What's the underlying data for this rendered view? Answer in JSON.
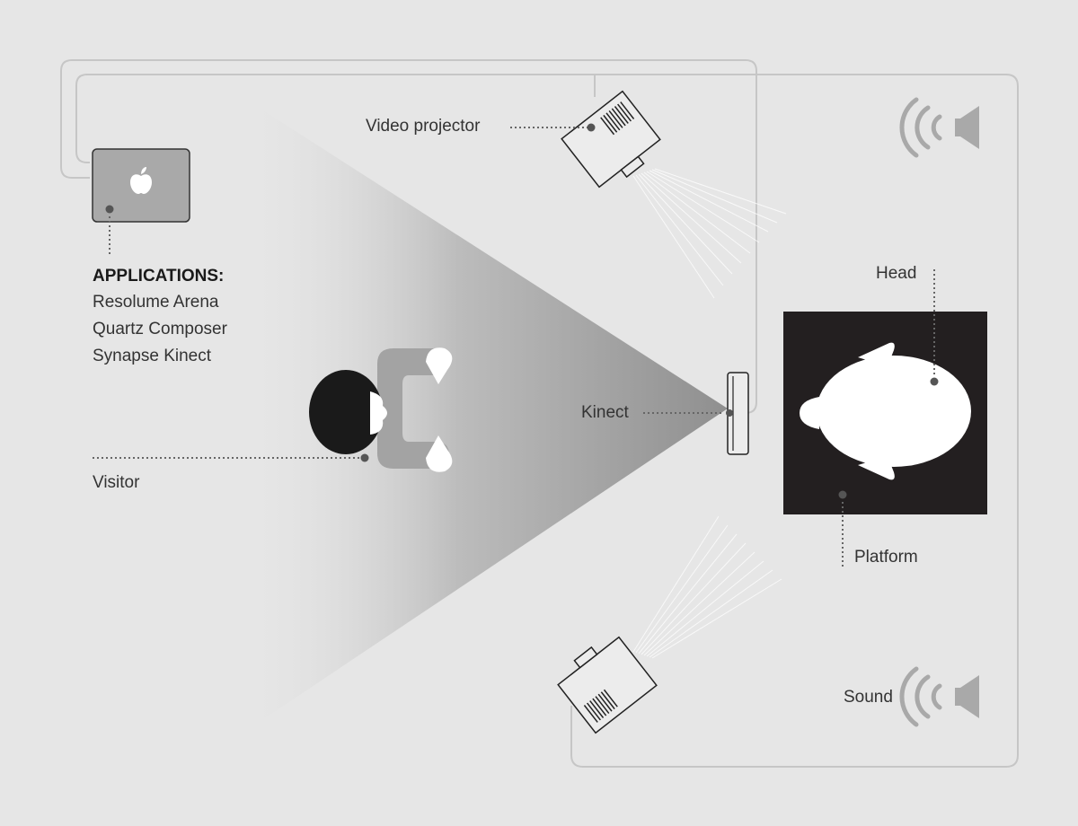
{
  "labels": {
    "video_projector": "Video projector",
    "applications_title": "APPLICATIONS:",
    "applications": [
      "Resolume Arena",
      "Quartz Composer",
      "Synapse Kinect"
    ],
    "visitor": "Visitor",
    "kinect": "Kinect",
    "head": "Head",
    "platform": "Platform",
    "sound": "Sound"
  },
  "icons": {
    "laptop": "apple-laptop-icon",
    "projector": "video-projector-icon",
    "speaker": "speaker-icon",
    "kinect": "kinect-sensor-icon"
  },
  "colors": {
    "background": "#e6e6e6",
    "platform": "#231f20",
    "person": "#1a1a1a",
    "arms": "#a3a3a3",
    "head_shape": "#ffffff",
    "cables": "#c6c6c6",
    "leader_dots": "#666666"
  }
}
